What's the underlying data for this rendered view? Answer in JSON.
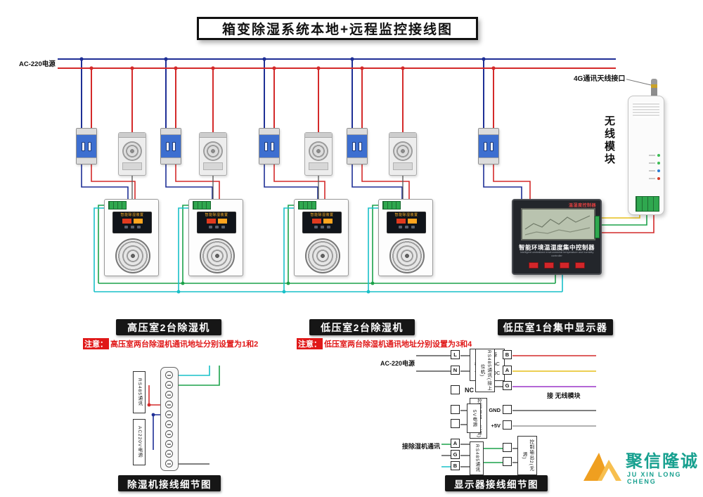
{
  "title": "箱变除湿系统本地+远程监控接线图",
  "power": {
    "label": "AC-220电源"
  },
  "wireless": {
    "antenna_label": "4G通讯天线接口",
    "module_label": "无线模块"
  },
  "controller": {
    "brand": "温湿度控制器",
    "name_cn": "智能环境温湿度集中控制器",
    "name_en": "Intelligent centralized environmental temperature and humidity controller"
  },
  "dehumidifier": {
    "panel_label": "智能除湿装置"
  },
  "sections": [
    {
      "label": "高压室2台除湿机",
      "note_tag": "注意：",
      "note": "高压室两台除湿机通讯地址分别设置为1和2"
    },
    {
      "label": "低压室2台除湿机",
      "note_tag": "注意：",
      "note": "低压室两台除湿机通讯地址分别设置为3和4"
    },
    {
      "label": "低压室1台集中显示器"
    }
  ],
  "detail_dehumidifier": {
    "caption": "除湿机接线细节图",
    "comm_label": "RS485通讯",
    "power_label": "AC220V电源"
  },
  "detail_display": {
    "caption": "显示器接线细节图",
    "ac_label": "AC-220电源",
    "work_power": [
      "工作电源",
      "85-305VAC",
      "70-430VDC"
    ],
    "nc": "NC",
    "output1": "控制输出1(无源)",
    "rs485_down": "RS485通讯",
    "comm_dehu": "接除湿机通讯",
    "rs485_up": "RS485通讯(接上位机)",
    "wireless_link": "接 无线模块",
    "power_5v": "5V电源",
    "output2": "控制输出2(无源)",
    "lt": [
      "L",
      "N",
      "A",
      "G",
      "B"
    ],
    "rt": [
      "B",
      "A",
      "G",
      "GND",
      "+5V"
    ]
  },
  "logo": {
    "cn": "聚信隆诚",
    "en": "JU XIN LONG CHENG"
  }
}
